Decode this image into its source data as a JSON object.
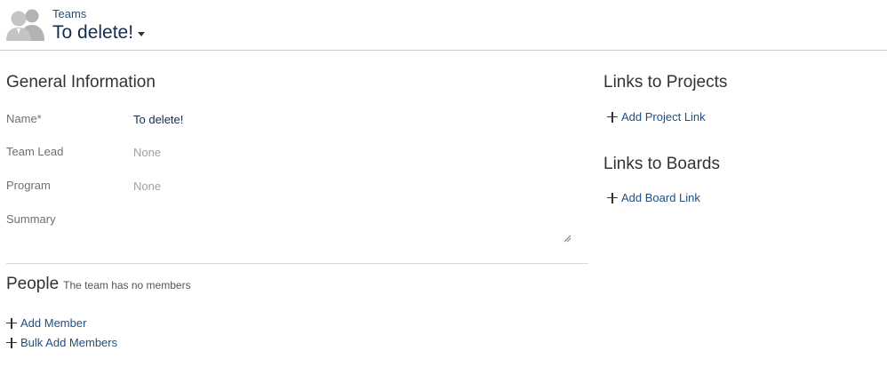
{
  "header": {
    "breadcrumb": "Teams",
    "title": "To delete!"
  },
  "general": {
    "heading": "General Information",
    "fields": [
      {
        "label": "Name*",
        "value": "To delete!"
      },
      {
        "label": "Team Lead",
        "value": "None"
      },
      {
        "label": "Program",
        "value": "None"
      },
      {
        "label": "Summary",
        "value": ""
      }
    ]
  },
  "people": {
    "heading": "People",
    "note": "The team has no members",
    "add_member": "Add Member",
    "bulk_add": "Bulk Add Members"
  },
  "projects": {
    "heading": "Links to Projects",
    "add_link": "Add Project Link"
  },
  "boards": {
    "heading": "Links to Boards",
    "add_link": "Add Board Link"
  },
  "colors": {
    "link": "#205081",
    "label": "#707070",
    "placeholder": "#a0a0a0",
    "divider": "#d8d8d8"
  },
  "icons": [
    "team-avatar-icon",
    "chevron-down-icon",
    "plus-icon",
    "resize-handle-icon"
  ]
}
